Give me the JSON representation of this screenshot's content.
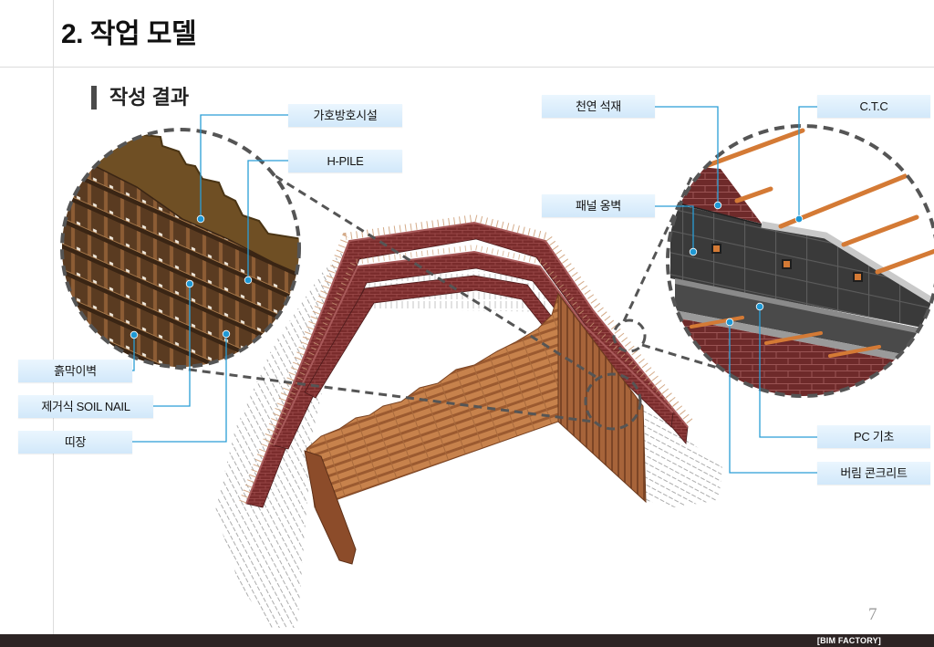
{
  "header": {
    "title": "2. 작업 모델"
  },
  "section": {
    "heading": "작성 결과"
  },
  "callouts": {
    "protection_facility": "가호방호시설",
    "h_pile": "H-PILE",
    "earth_retaining_wall": "흙막이벽",
    "removable_soil_nail": "제거식 SOIL NAIL",
    "wale": "띠장",
    "natural_stone": "천연 석재",
    "ctc": "C.T.C",
    "panel_retaining_wall": "패널 옹벽",
    "pc_foundation": "PC 기초",
    "lean_concrete": "버림 콘크리트"
  },
  "page_number": "7",
  "footer": {
    "brand": "[BIM FACTORY]"
  },
  "colors": {
    "callout_fill": "#dcedfb",
    "leader_line": "#2a9ed6",
    "brick": "#7a2c2c",
    "wood_panel": "#c7824c",
    "footer_bar": "#2d2424"
  }
}
